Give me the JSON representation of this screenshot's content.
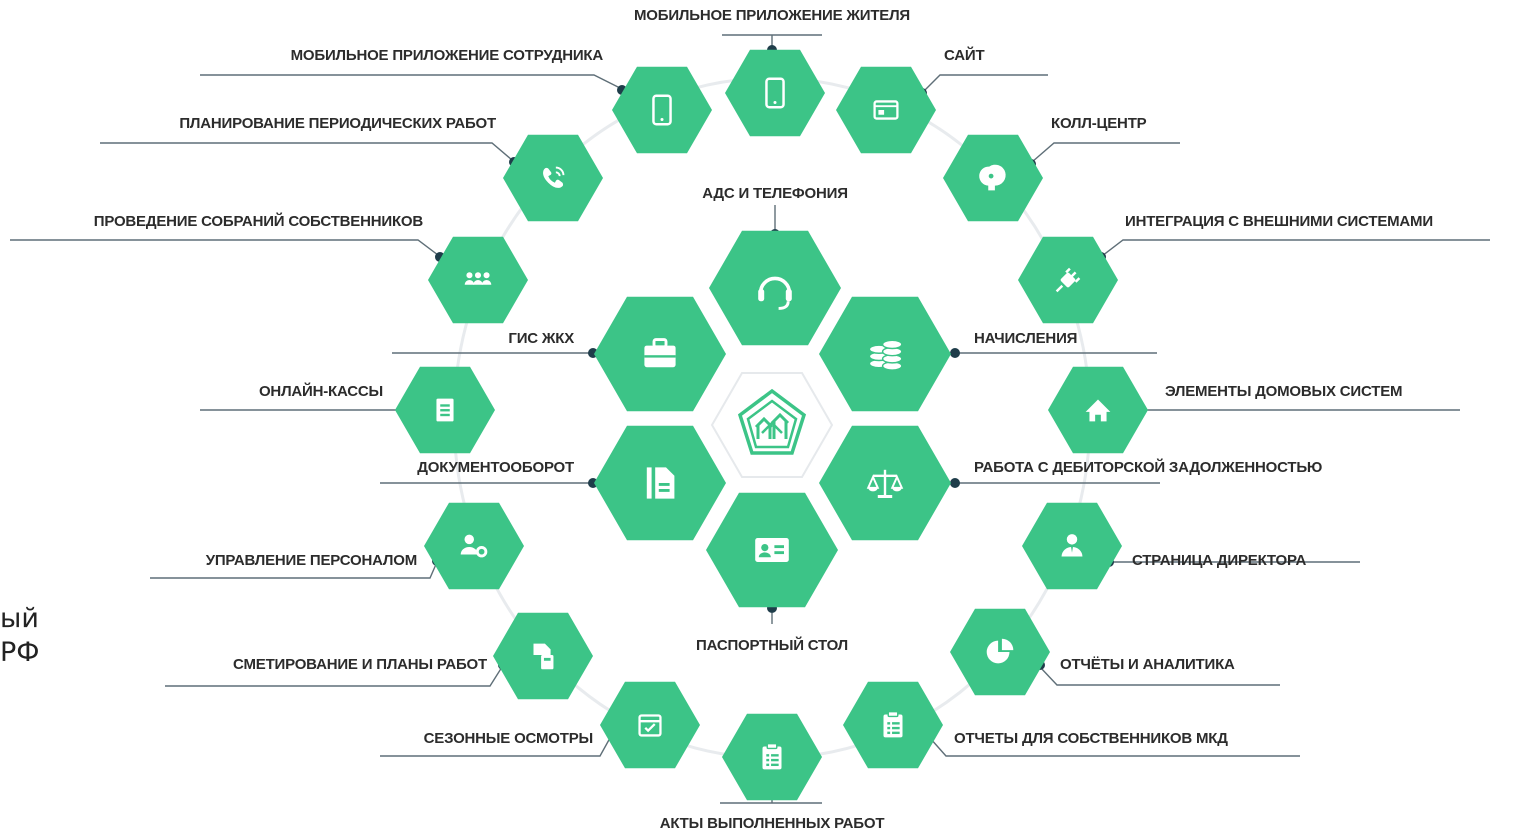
{
  "colors": {
    "hex_fill": "#3cc487",
    "line": "#5f6f78",
    "dot": "#1f3d4a",
    "ring": "#e8ebee",
    "logo": "#3cc487",
    "text": "#2c2c2c"
  },
  "side_fragment": {
    "line1": "ый",
    "line2": "РФ"
  },
  "center": {
    "logo_icon": "house-pentagon-logo-icon"
  },
  "inner_modules": [
    {
      "id": "ads",
      "label": "АДС И ТЕЛЕФОНИЯ",
      "icon": "headset-icon"
    },
    {
      "id": "gis",
      "label": "ГИС ЖКХ",
      "icon": "briefcase-icon"
    },
    {
      "id": "nach",
      "label": "НАЧИСЛЕНИЯ",
      "icon": "coins-icon"
    },
    {
      "id": "doc",
      "label": "ДОКУМЕНТООБОРОТ",
      "icon": "document-icon"
    },
    {
      "id": "debt",
      "label": "РАБОТА С ДЕБИТОРСКОЙ ЗАДОЛЖЕННОСТЬЮ",
      "icon": "scales-icon"
    },
    {
      "id": "pass",
      "label": "ПАСПОРТНЫЙ СТОЛ",
      "icon": "id-card-icon"
    }
  ],
  "outer_modules": [
    {
      "id": "mob-res",
      "label": "МОБИЛЬНОЕ ПРИЛОЖЕНИЕ ЖИТЕЛЯ",
      "icon": "smartphone-icon"
    },
    {
      "id": "mob-emp",
      "label": "МОБИЛЬНОЕ ПРИЛОЖЕНИЕ СОТРУДНИКА",
      "icon": "smartphone-icon"
    },
    {
      "id": "site",
      "label": "САЙТ",
      "icon": "browser-window-icon"
    },
    {
      "id": "plan",
      "label": "ПЛАНИРОВАНИЕ ПЕРИОДИЧЕСКИХ РАБОТ",
      "icon": "phone-call-icon"
    },
    {
      "id": "call",
      "label": "КОЛЛ-ЦЕНТР",
      "icon": "head-speech-icon"
    },
    {
      "id": "meet",
      "label": "ПРОВЕДЕНИЕ СОБРАНИЙ СОБСТВЕННИКОВ",
      "icon": "group-icon"
    },
    {
      "id": "integ",
      "label": "ИНТЕГРАЦИЯ С ВНЕШНИМИ СИСТЕМАМИ",
      "icon": "plug-icon"
    },
    {
      "id": "cash",
      "label": "ОНЛАЙН-КАССЫ",
      "icon": "receipt-icon"
    },
    {
      "id": "house",
      "label": "ЭЛЕМЕНТЫ ДОМОВЫХ СИСТЕМ",
      "icon": "house-icon"
    },
    {
      "id": "staff",
      "label": "УПРАВЛЕНИЕ ПЕРСОНАЛОМ",
      "icon": "user-gear-icon"
    },
    {
      "id": "dir",
      "label": "СТРАНИЦА ДИРЕКТОРА",
      "icon": "director-icon"
    },
    {
      "id": "est",
      "label": "СМЕТИРОВАНИЕ И ПЛАНЫ РАБОТ",
      "icon": "calculator-document-icon"
    },
    {
      "id": "rep",
      "label": "ОТЧЁТЫ И АНАЛИТИКА",
      "icon": "pie-chart-icon"
    },
    {
      "id": "seas",
      "label": "СЕЗОННЫЕ ОСМОТРЫ",
      "icon": "calendar-check-icon"
    },
    {
      "id": "own",
      "label": "ОТЧЕТЫ ДЛЯ СОБСТВЕННИКОВ МКД",
      "icon": "clipboard-icon"
    },
    {
      "id": "acts",
      "label": "АКТЫ ВЫПОЛНЕННЫХ РАБОТ",
      "icon": "clipboard-list-icon"
    }
  ]
}
